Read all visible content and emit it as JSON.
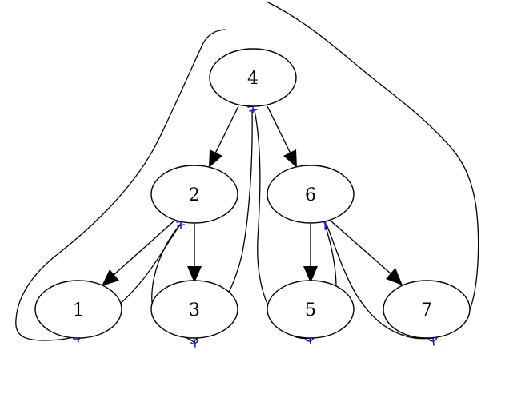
{
  "diagram": {
    "nodes": [
      {
        "id": "n4",
        "label": "4"
      },
      {
        "id": "n2",
        "label": "2"
      },
      {
        "id": "n6",
        "label": "6"
      },
      {
        "id": "n1",
        "label": "1"
      },
      {
        "id": "n3",
        "label": "3"
      },
      {
        "id": "n5",
        "label": "5"
      },
      {
        "id": "n7",
        "label": "7"
      }
    ],
    "edges": [
      {
        "from": "4",
        "to": "2"
      },
      {
        "from": "4",
        "to": "6"
      },
      {
        "from": "2",
        "to": "1"
      },
      {
        "from": "2",
        "to": "3"
      },
      {
        "from": "6",
        "to": "5"
      },
      {
        "from": "6",
        "to": "7"
      }
    ],
    "colors": {
      "node_stroke": "#000000",
      "edge": "#000000",
      "traversal_ink": "#000000",
      "visit_marks": "#1a1adb"
    }
  }
}
